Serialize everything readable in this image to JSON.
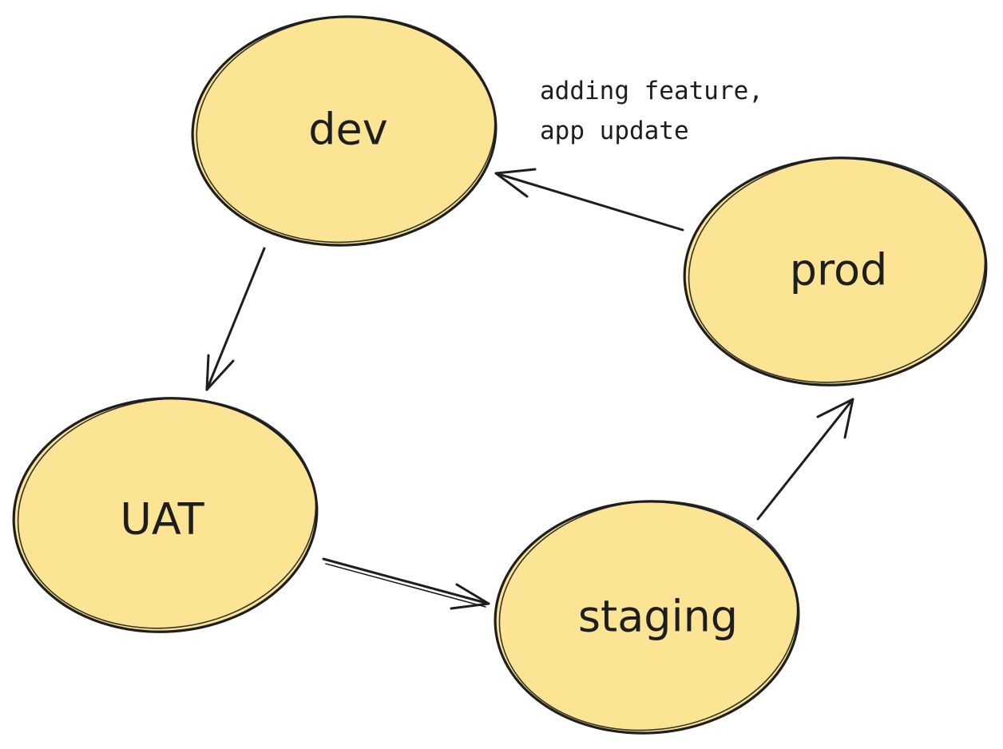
{
  "colors": {
    "node_fill": "#fbe595",
    "stroke": "#1e1e1e",
    "background": "#ffffff"
  },
  "nodes": {
    "dev": "dev",
    "uat": "UAT",
    "staging": "staging",
    "prod": "prod"
  },
  "edges": [
    {
      "from": "dev",
      "to": "UAT"
    },
    {
      "from": "UAT",
      "to": "staging"
    },
    {
      "from": "staging",
      "to": "prod"
    },
    {
      "from": "prod",
      "to": "dev"
    }
  ],
  "annotation": {
    "line1": "adding feature,",
    "line2": "app update"
  }
}
